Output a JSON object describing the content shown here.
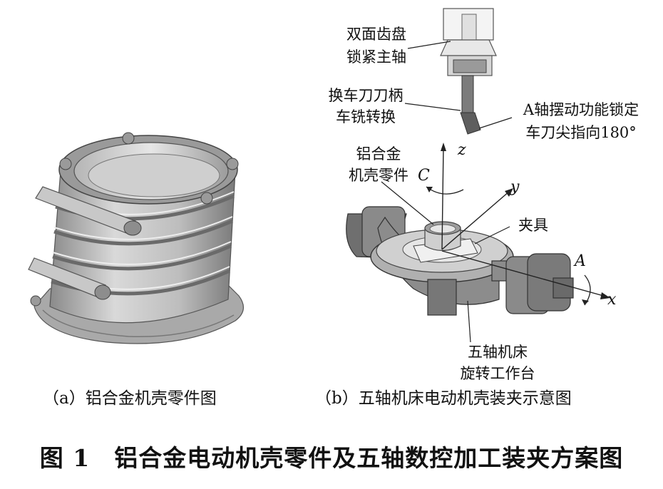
{
  "panel_a": {
    "caption": "（a）铝合金机壳零件图"
  },
  "panel_b": {
    "caption": "（b）五轴机床电动机壳装夹示意图",
    "labels": {
      "spindle_line1": "双面齿盘",
      "spindle_line2": "锁紧主轴",
      "holder_line1": "换车刀刀柄",
      "holder_line2": "车铣转换",
      "a_axis_line1": "A轴摆动功能锁定",
      "a_axis_line2": "车刀尖指向180°",
      "part_line1": "铝合金",
      "part_line2": "机壳零件",
      "fixture": "夹具",
      "table_line1": "五轴机床",
      "table_line2": "旋转工作台"
    },
    "axes": {
      "z": "z",
      "y": "y",
      "x": "x",
      "c": "C",
      "a": "A"
    }
  },
  "figure_caption": "图 1　铝合金电动机壳零件及五轴数控加工装夹方案图"
}
